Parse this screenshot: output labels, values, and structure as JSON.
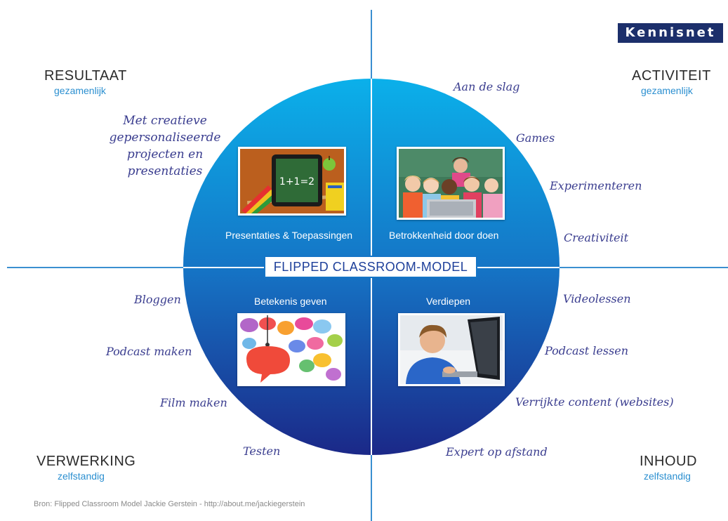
{
  "logo": {
    "text": "Kennisnet",
    "bg": "#1c2f6b"
  },
  "center_title": "FLIPPED CLASSROOM-MODEL",
  "quadrants": {
    "top_left": {
      "title": "RESULTAAT",
      "subtitle": "gezamenlijk"
    },
    "top_right": {
      "title": "ACTIVITEIT",
      "subtitle": "gezamenlijk"
    },
    "bottom_left": {
      "title": "VERWERKING",
      "subtitle": "zelfstandig"
    },
    "bottom_right": {
      "title": "INHOUD",
      "subtitle": "zelfstandig"
    }
  },
  "circle_labels": {
    "top_left": "Presentaties & Toepassingen",
    "top_right": "Betrokkenheid door doen",
    "bottom_left": "Betekenis geven",
    "bottom_right": "Verdiepen"
  },
  "handwritten": {
    "resultaat": [
      "Met creatieve",
      "gepersonaliseerde",
      "projecten en",
      "presentaties"
    ],
    "activiteit": [
      "Aan de slag",
      "Games",
      "Experimenteren",
      "Creativiteit"
    ],
    "verwerking": [
      "Bloggen",
      "Podcast maken",
      "Film maken",
      "Testen"
    ],
    "inhoud": [
      "Videolessen",
      "Podcast lessen",
      "Verrijkte content (websites)",
      "Expert op afstand"
    ]
  },
  "photos": {
    "top_left": {
      "caption": "1+1=2"
    }
  },
  "source": "Bron: Flipped Classroom Model Jackie Gerstein - http://about.me/jackiegerstein",
  "colors": {
    "circle_top": "#0aa8e6",
    "circle_bottom": "#1a2a8a",
    "axis": "#3b8fd0",
    "hand": "#3a3d8f",
    "subtitle": "#2b8fd0"
  }
}
